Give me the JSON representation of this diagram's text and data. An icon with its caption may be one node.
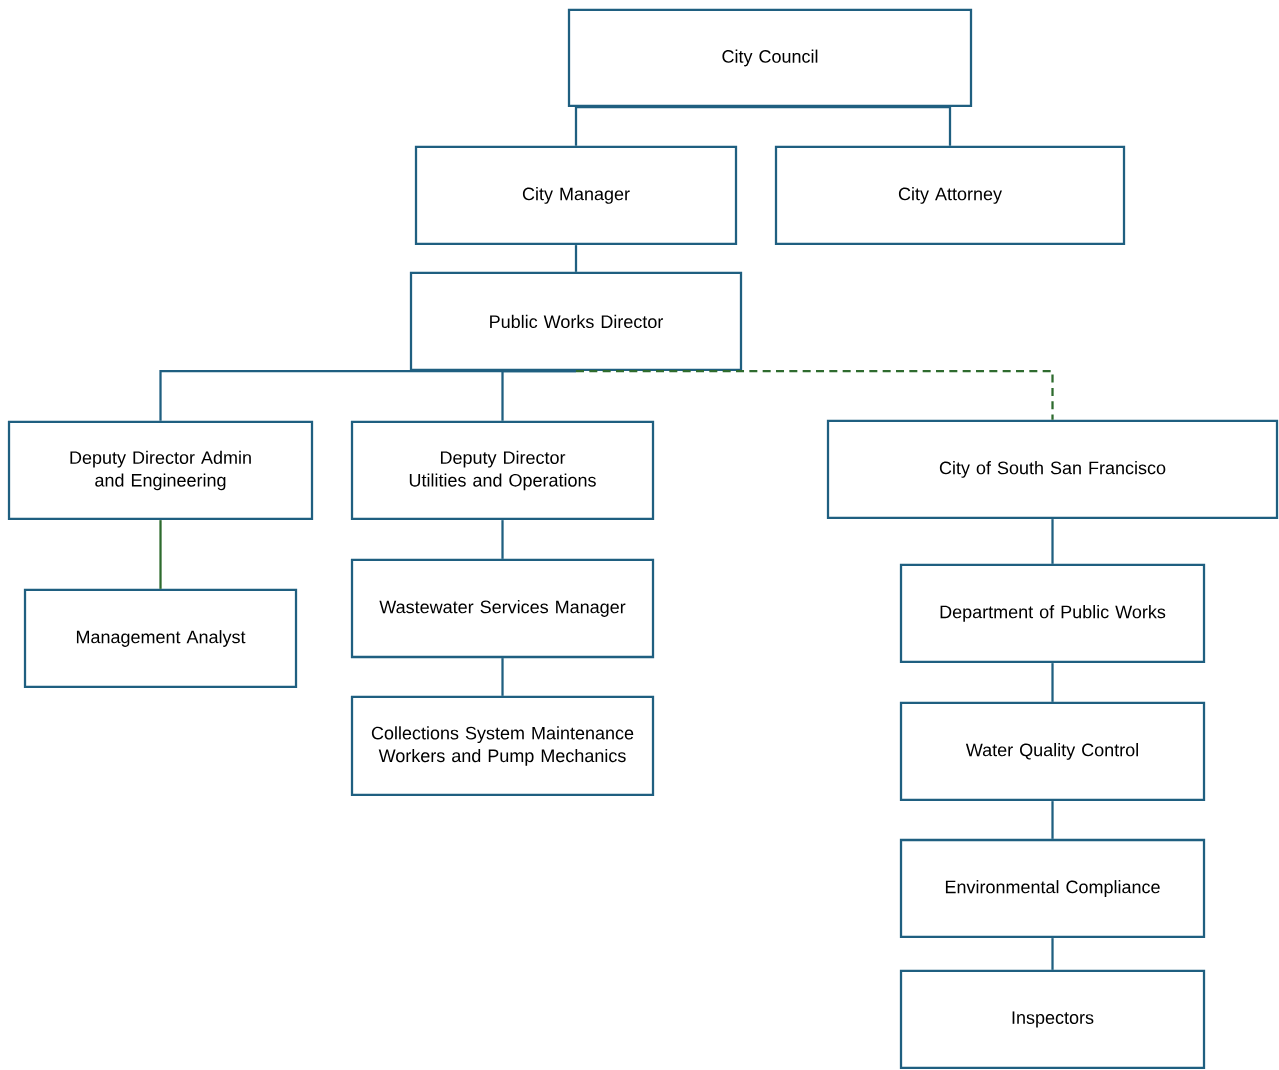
{
  "diagram": {
    "nodes": [
      {
        "text": [
          "City Council"
        ]
      },
      {
        "text": [
          "City Manager"
        ]
      },
      {
        "text": [
          "City Attorney"
        ]
      },
      {
        "text": [
          "Public Works Director"
        ]
      },
      {
        "text": [
          "Deputy Director Admin and Engineering"
        ]
      },
      {
        "text": [
          "Deputy Director Utilities and Operations"
        ]
      },
      {
        "text": [
          "City of South San Francisco"
        ]
      },
      {
        "text": [
          "Management Analyst"
        ]
      },
      {
        "text": [
          "Wastewater Services Manager"
        ]
      },
      {
        "text": [
          "Collections System Maintenance Workers and Pump Mechanics"
        ]
      },
      {
        "text": [
          "Department of Public Works"
        ]
      },
      {
        "text": [
          "Water Quality Control"
        ]
      },
      {
        "text": [
          "Environmental Compliance"
        ]
      },
      {
        "text": [
          "Inspectors"
        ]
      }
    ],
    "edges": [
      {
        "from": 0,
        "to": 1,
        "arrow": "none"
      },
      {
        "from": 0,
        "to": 2,
        "arrow": "none"
      },
      {
        "from": 1,
        "to": 3,
        "arrow": "none"
      },
      {
        "from": 3,
        "to": 4,
        "arrow": "none"
      },
      {
        "from": 3,
        "to": 5,
        "arrow": "none"
      },
      {
        "from": 3,
        "to": 6,
        "arrow": "none",
        "style": "dashed",
        "color": "#2e6b2e"
      },
      {
        "from": 4,
        "to": 7,
        "arrow": "none",
        "color": "#2e6b2e"
      },
      {
        "from": 5,
        "to": 8,
        "arrow": "none"
      },
      {
        "from": 8,
        "to": 9,
        "arrow": "none"
      },
      {
        "from": 6,
        "to": 10,
        "arrow": "none"
      },
      {
        "from": 10,
        "to": 11,
        "arrow": "none"
      },
      {
        "from": 11,
        "to": 12,
        "arrow": "none"
      },
      {
        "from": 12,
        "to": 13,
        "arrow": "none"
      }
    ]
  }
}
